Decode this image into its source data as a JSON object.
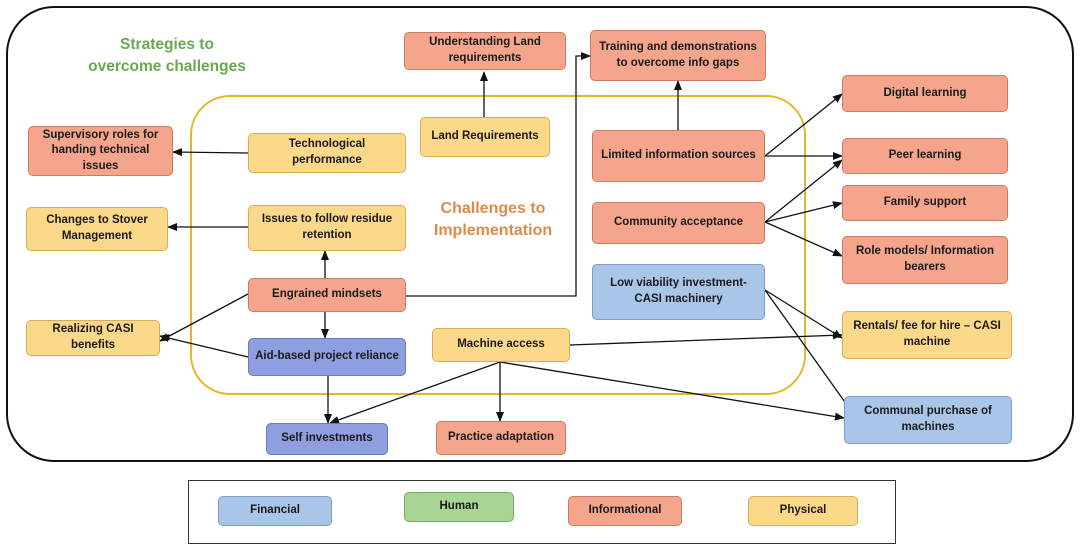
{
  "headings": {
    "strategies": "Strategies to overcome challenges",
    "challenges": "Challenges to Implementation"
  },
  "challenges": {
    "land_requirements": "Land Requirements",
    "technological_performance": "Technological performance",
    "residue_retention": "Issues to follow residue retention",
    "engrained_mindsets": "Engrained  mindsets",
    "aid_reliance": "Aid-based project reliance",
    "machine_access": "Machine access",
    "limited_info": "Limited information sources",
    "community_acceptance": "Community acceptance",
    "low_viability": "Low viability investment- CASI machinery"
  },
  "strategies": {
    "understanding_land": "Understanding Land requirements",
    "training_demos": "Training and demonstrations to overcome info gaps",
    "supervisory_roles": "Supervisory roles for handing technical issues",
    "stover_management": "Changes to Stover Management",
    "realizing_casi": "Realizing CASI benefits",
    "self_investments": "Self investments",
    "practice_adaptation": "Practice adaptation",
    "digital_learning": "Digital learning",
    "peer_learning": "Peer learning",
    "family_support": "Family support",
    "role_models": "Role models/ Information bearers",
    "rentals": "Rentals/ fee for hire – CASI machine",
    "communal_purchase": "Communal purchase of machines"
  },
  "legend": {
    "financial": "Financial",
    "human": "Human",
    "informational": "Informational",
    "physical": "Physical"
  },
  "colors": {
    "informational": "#f4a58c",
    "physical": "#fbd88a",
    "financial": "#a9c6e9",
    "human": "#a8d596",
    "aid_based": "#8f9ee0",
    "strategies_heading": "#6aa84f",
    "challenges_heading": "#e08a4a",
    "implementation_border": "#e3b72a"
  }
}
